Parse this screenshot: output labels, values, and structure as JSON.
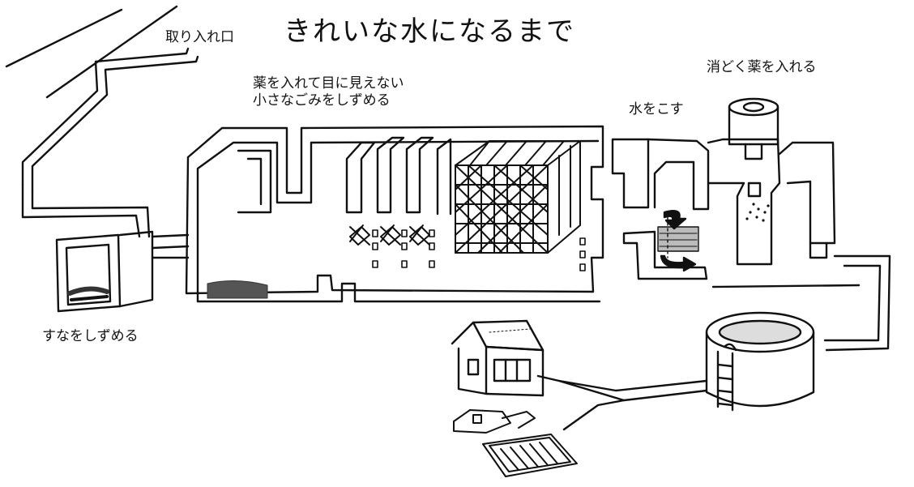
{
  "title": "きれいな水になるまで",
  "labels": {
    "intake": "取り入れ口",
    "chemical_line1": "薬を入れて目に見えない",
    "chemical_line2": "小さなごみをしずめる",
    "filter": "水をこす",
    "disinfect": "消どく薬を入れる",
    "sand": "すなをしずめる"
  },
  "colors": {
    "ink": "#111111",
    "paper": "#ffffff",
    "arrow": "#222222"
  },
  "icons": [
    "river",
    "intake-pipe",
    "sand-basin",
    "settling-tank",
    "chemical-baffles",
    "lattice-clarifier",
    "filter-tank",
    "disinfectant-tank",
    "water-tower",
    "house",
    "school"
  ]
}
